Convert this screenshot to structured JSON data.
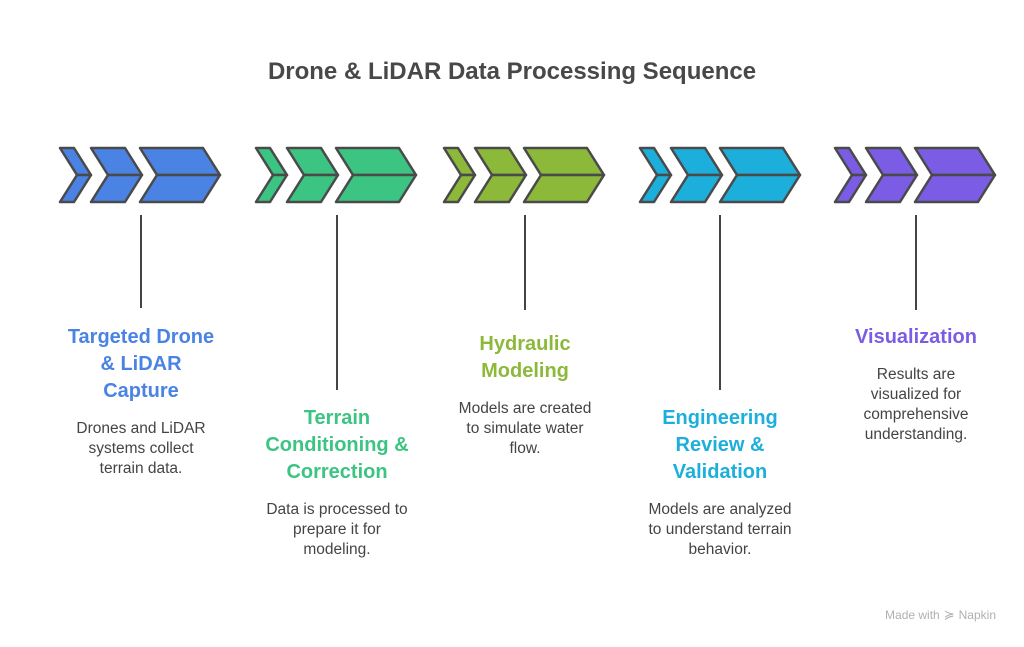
{
  "title": "Drone & LiDAR Data Processing Sequence",
  "steps": [
    {
      "title_lines": [
        "Targeted Drone",
        "& LiDAR",
        "Capture"
      ],
      "desc_lines": [
        "Drones and LiDAR",
        "systems collect",
        "terrain data."
      ],
      "color": "#4A83E4"
    },
    {
      "title_lines": [
        "Terrain",
        "Conditioning &",
        "Correction"
      ],
      "desc_lines": [
        "Data is processed to",
        "prepare it for",
        "modeling."
      ],
      "color": "#3CC482"
    },
    {
      "title_lines": [
        "Hydraulic",
        "Modeling"
      ],
      "desc_lines": [
        "Models are created",
        "to simulate water",
        "flow."
      ],
      "color": "#8CB93A"
    },
    {
      "title_lines": [
        "Engineering",
        "Review &",
        "Validation"
      ],
      "desc_lines": [
        "Models are analyzed",
        "to understand terrain",
        "behavior."
      ],
      "color": "#1DAFDB"
    },
    {
      "title_lines": [
        "Visualization"
      ],
      "desc_lines": [
        "Results are",
        "visualized for",
        "comprehensive",
        "understanding."
      ],
      "color": "#7B5CE5"
    }
  ],
  "credit": {
    "label": "Made with",
    "brand": "Napkin",
    "icon": "napkin-logo-icon"
  }
}
